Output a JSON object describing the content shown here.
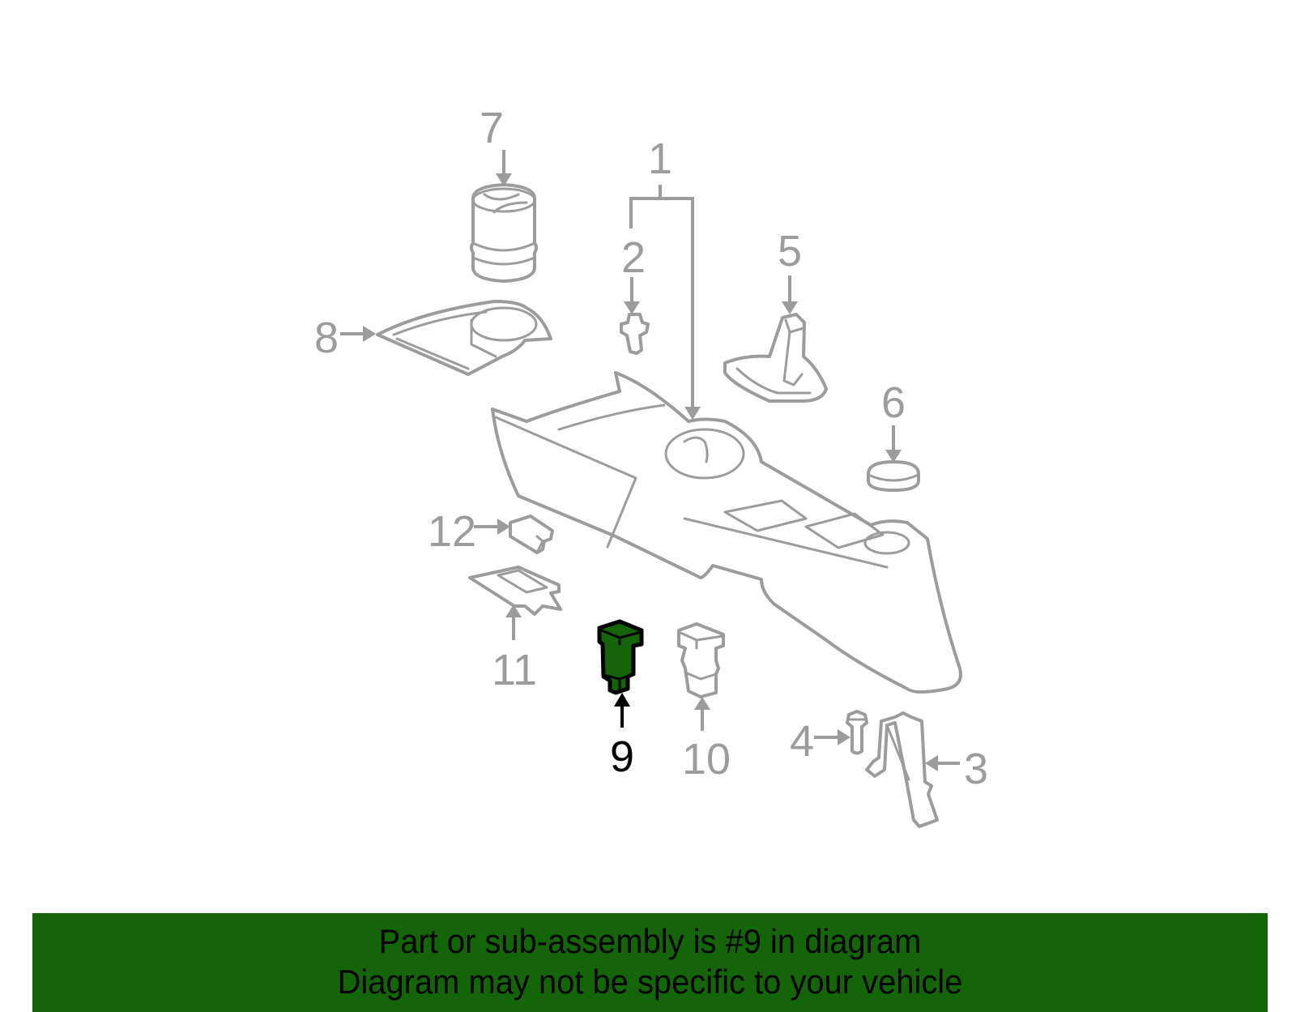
{
  "diagram": {
    "highlighted_part": "9",
    "highlight_color": "#156508",
    "line_color": "#9c9c9c",
    "callouts": [
      {
        "number": "1",
        "part": "console-assembly"
      },
      {
        "number": "2",
        "part": "clip"
      },
      {
        "number": "3",
        "part": "bracket"
      },
      {
        "number": "4",
        "part": "bolt"
      },
      {
        "number": "5",
        "part": "shift-boot"
      },
      {
        "number": "6",
        "part": "cap"
      },
      {
        "number": "7",
        "part": "cup-holder-insert"
      },
      {
        "number": "8",
        "part": "cup-holder-tray"
      },
      {
        "number": "9",
        "part": "switch",
        "highlighted": true
      },
      {
        "number": "10",
        "part": "switch"
      },
      {
        "number": "11",
        "part": "panel"
      },
      {
        "number": "12",
        "part": "cover"
      }
    ]
  },
  "banner": {
    "background_color": "#136508",
    "line1": "Part or sub-assembly is #9 in diagram",
    "line2": "Diagram may not be specific to your vehicle"
  }
}
